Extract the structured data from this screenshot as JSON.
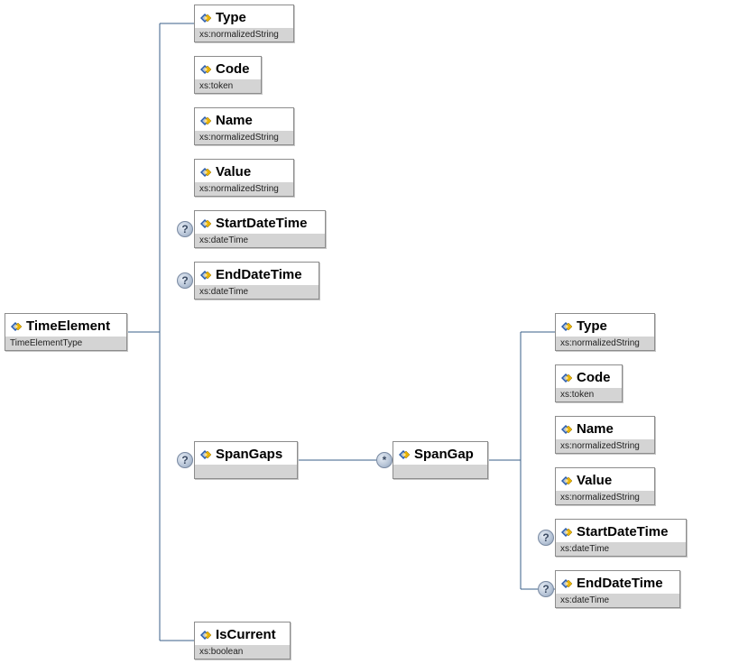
{
  "colors": {
    "connector": "#3a5f8a",
    "node_border": "#8c8c8c",
    "type_band": "#d4d4d4",
    "icon_blue": "#2a5caa",
    "icon_gold": "#e8b200"
  },
  "icons": {
    "element": "xml-element-icon",
    "optional": "optional-question-icon",
    "repeating": "zero-or-more-star-icon"
  },
  "root": {
    "name": "TimeElement",
    "type": "TimeElementType"
  },
  "time_element_children": [
    {
      "name": "Type",
      "type": "xs:normalizedString",
      "optional": false
    },
    {
      "name": "Code",
      "type": "xs:token",
      "optional": false
    },
    {
      "name": "Name",
      "type": "xs:normalizedString",
      "optional": false
    },
    {
      "name": "Value",
      "type": "xs:normalizedString",
      "optional": false
    },
    {
      "name": "StartDateTime",
      "type": "xs:dateTime",
      "optional": true
    },
    {
      "name": "EndDateTime",
      "type": "xs:dateTime",
      "optional": true
    },
    {
      "name": "SpanGaps",
      "type": "",
      "optional": true
    },
    {
      "name": "IsCurrent",
      "type": "xs:boolean",
      "optional": false
    }
  ],
  "span_gap": {
    "name": "SpanGap",
    "type": "",
    "occurrence_symbol": "*"
  },
  "span_gap_children": [
    {
      "name": "Type",
      "type": "xs:normalizedString",
      "optional": false
    },
    {
      "name": "Code",
      "type": "xs:token",
      "optional": false
    },
    {
      "name": "Name",
      "type": "xs:normalizedString",
      "optional": false
    },
    {
      "name": "Value",
      "type": "xs:normalizedString",
      "optional": false
    },
    {
      "name": "StartDateTime",
      "type": "xs:dateTime",
      "optional": true
    },
    {
      "name": "EndDateTime",
      "type": "xs:dateTime",
      "optional": true
    }
  ],
  "symbols": {
    "optional": "?"
  }
}
